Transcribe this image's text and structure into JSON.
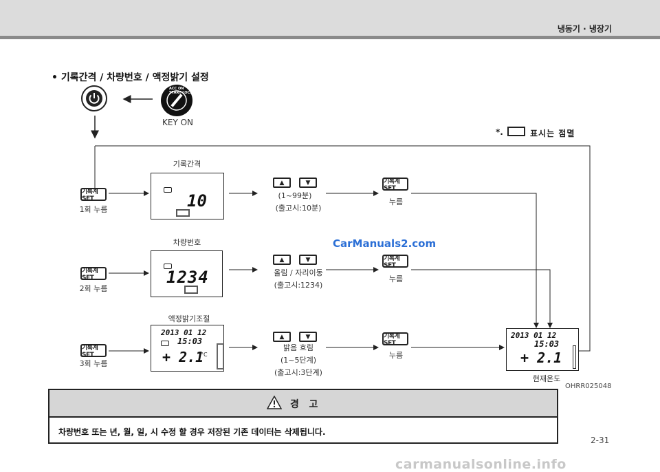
{
  "header": {
    "title": "냉동기 · 냉장기"
  },
  "section_title": "• 기록간격 / 차량번호 / 액정밝기 설정",
  "key_on_label": "KEY ON",
  "ignition_ring_text": "ACC ON START LOCK",
  "blink_note": {
    "prefix": "*.",
    "suffix": "표시는 점멸"
  },
  "set_button_label": "기록계SET",
  "rows": [
    {
      "press_label": "1회 누름",
      "screen_title": "기록간격",
      "lcd_value": "10",
      "range_text": "(1~99분)",
      "default_text": "(출고시:10분)",
      "confirm_label": "누름"
    },
    {
      "press_label": "2회 누름",
      "screen_title": "차량번호",
      "lcd_value": "1234",
      "range_text": "올림 / 자리이동",
      "default_text": "(출고시:1234)",
      "confirm_label": "누름"
    },
    {
      "press_label": "3회 누름",
      "screen_title": "액정밝기조절",
      "lcd_date": "2013 01 12",
      "lcd_time": "15:03",
      "lcd_temp": "+ 2.1",
      "lcd_unit": "°C",
      "brightness_text": "밝음  흐림",
      "range_text": "(1~5단계)",
      "default_text": "(출고시:3단계)",
      "confirm_label": "누름"
    }
  ],
  "final_display": {
    "lcd_date": "2013 01 12",
    "lcd_time": "15:03",
    "lcd_temp": "+ 2.1",
    "caption": "현재온도"
  },
  "figure_code": "OHRR025048",
  "watermark_text": "CarManuals2.com",
  "warning": {
    "title": "경   고",
    "body": "차량번호 또는 년, 월, 일, 시 수정 할 경우 저장된 기존 데이터는 삭제됩니다."
  },
  "page_number": "2-31",
  "footer_watermark": "carmanualsonline.info"
}
